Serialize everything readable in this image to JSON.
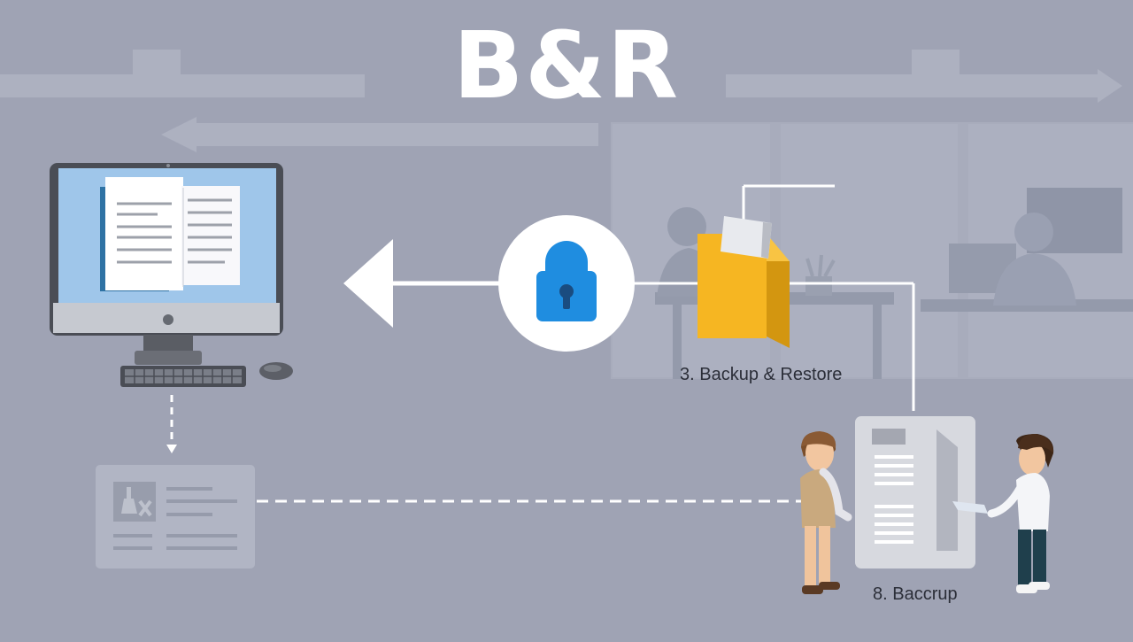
{
  "diagram": {
    "title": "B&R",
    "labels": {
      "backup_restore": "3. Backup & Restore",
      "backup": "8. Baccrup"
    },
    "icons": [
      "computer-monitor-icon",
      "keyboard-icon",
      "mouse-icon",
      "lock-icon",
      "folder-icon",
      "server-icon",
      "record-card-icon",
      "person-icon"
    ],
    "colors": {
      "background": "#9fa3b4",
      "lock": "#1f8de0",
      "folder": "#f6b622",
      "screen": "#9fc6ea"
    }
  }
}
